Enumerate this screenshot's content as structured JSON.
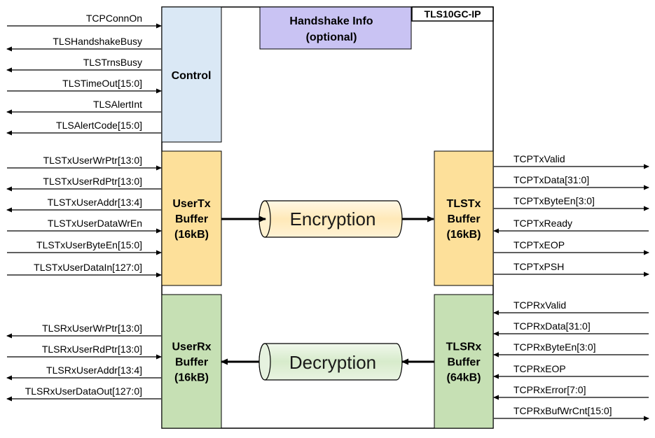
{
  "title": "TLS10GC-IP",
  "handshake": {
    "line1": "Handshake Info",
    "line2": "(optional)"
  },
  "control": {
    "label": "Control"
  },
  "usertx": {
    "lines": [
      "UserTx",
      "Buffer",
      "(16kB)"
    ]
  },
  "userrx": {
    "lines": [
      "UserRx",
      "Buffer",
      "(16kB)"
    ]
  },
  "tlstx": {
    "lines": [
      "TLSTx",
      "Buffer",
      "(16kB)"
    ]
  },
  "tlsrx": {
    "lines": [
      "TLSRx",
      "Buffer",
      "(64kB)"
    ]
  },
  "encryption": "Encryption",
  "decryption": "Decryption",
  "left_signals": [
    {
      "label": "TCPConnOn",
      "dir": "in"
    },
    {
      "label": "TLSHandshakeBusy",
      "dir": "out"
    },
    {
      "label": "TLSTrnsBusy",
      "dir": "out"
    },
    {
      "label": "TLSTimeOut[15:0]",
      "dir": "in"
    },
    {
      "label": "TLSAlertInt",
      "dir": "out"
    },
    {
      "label": "TLSAlertCode[15:0]",
      "dir": "out"
    },
    {
      "label": "TLSTxUserWrPtr[13:0]",
      "dir": "in"
    },
    {
      "label": "TLSTxUserRdPtr[13:0]",
      "dir": "out"
    },
    {
      "label": "TLSTxUserAddr[13:4]",
      "dir": "out"
    },
    {
      "label": "TLSTxUserDataWrEn",
      "dir": "in"
    },
    {
      "label": "TLSTxUserByteEn[15:0]",
      "dir": "in"
    },
    {
      "label": "TLSTxUserDataIn[127:0]",
      "dir": "in"
    },
    {
      "label": "TLSRxUserWrPtr[13:0]",
      "dir": "out"
    },
    {
      "label": "TLSRxUserRdPtr[13:0]",
      "dir": "in"
    },
    {
      "label": "TLSRxUserAddr[13:4]",
      "dir": "out"
    },
    {
      "label": "TLSRxUserDataOut[127:0]",
      "dir": "out"
    }
  ],
  "right_signals": [
    {
      "label": "TCPTxValid",
      "dir": "out"
    },
    {
      "label": "TCPTxData[31:0]",
      "dir": "out"
    },
    {
      "label": "TCPTxByteEn[3:0]",
      "dir": "out"
    },
    {
      "label": "TCPTxReady",
      "dir": "in"
    },
    {
      "label": "TCPTxEOP",
      "dir": "out"
    },
    {
      "label": "TCPTxPSH",
      "dir": "out"
    },
    {
      "label": "TCPRxValid",
      "dir": "in"
    },
    {
      "label": "TCPRxData[31:0]",
      "dir": "in"
    },
    {
      "label": "TCPRxByteEn[3:0]",
      "dir": "in"
    },
    {
      "label": "TCPRxEOP",
      "dir": "in"
    },
    {
      "label": "TCPRxError[7:0]",
      "dir": "in"
    },
    {
      "label": "TCPRxBufWrCnt[15:0]",
      "dir": "out"
    }
  ],
  "colors": {
    "control": "#dae8f5",
    "handshake": "#c9c3f3",
    "tx_buffer": "#fde09a",
    "rx_buffer": "#c6e0b4",
    "encryption": "#fff0cc",
    "decryption": "#e2efd9"
  }
}
